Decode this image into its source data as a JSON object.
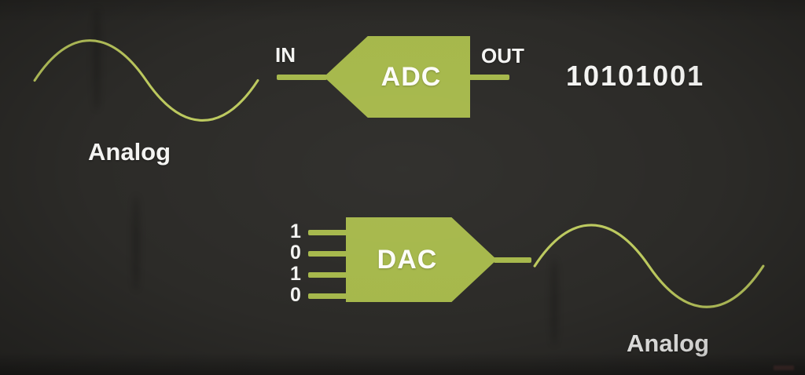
{
  "colors": {
    "background": "#2c2b28",
    "green": "#a6b84b",
    "wave": "#bcc95e",
    "text": "#f4f4f2"
  },
  "adc_section": {
    "wave_label": "Analog",
    "in_label": "IN",
    "block_label": "ADC",
    "out_label": "OUT",
    "binary_output": "10101001"
  },
  "dac_section": {
    "bits": [
      "1",
      "0",
      "1",
      "0"
    ],
    "block_label": "DAC",
    "wave_label": "Analog"
  }
}
